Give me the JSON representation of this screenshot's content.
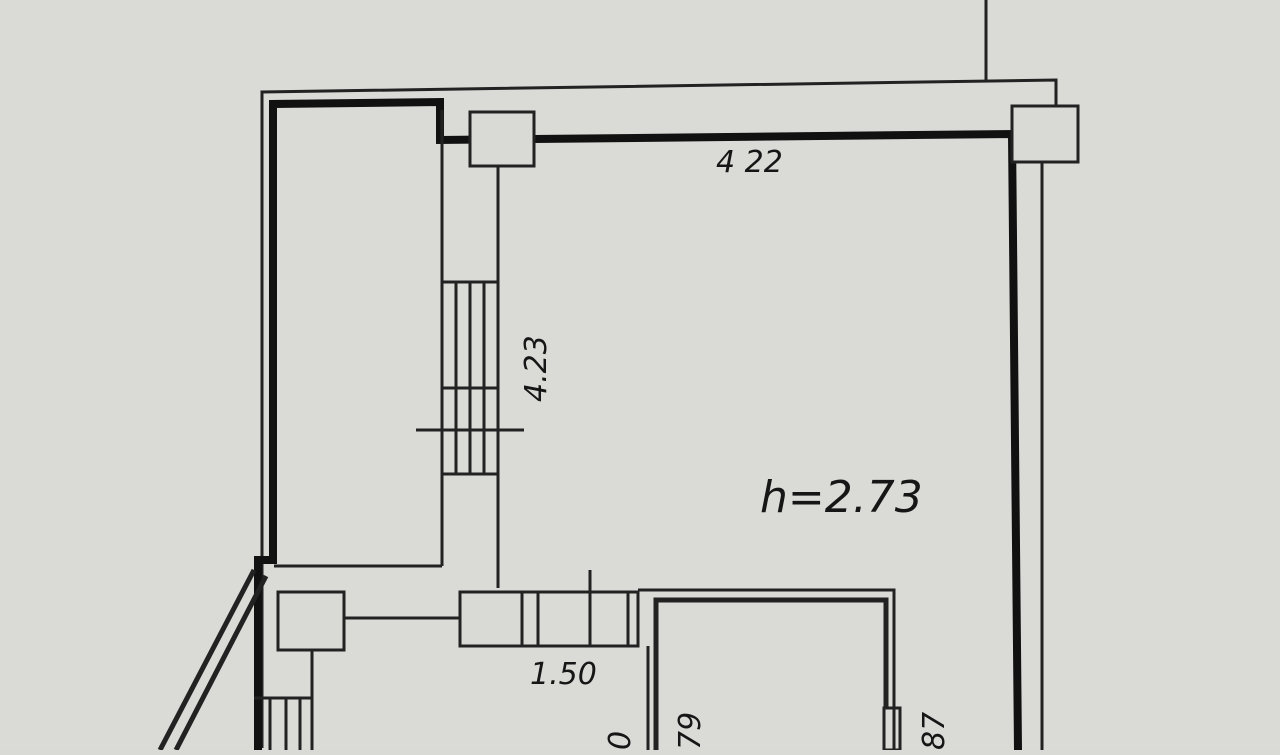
{
  "floor_plan": {
    "labels": {
      "width_top": "4 22",
      "wall_length": "4.23",
      "ceiling_height": "h=2.73",
      "door_width": "1.50",
      "partial_left": "0",
      "partial_mid": "79",
      "partial_right": "87"
    }
  }
}
